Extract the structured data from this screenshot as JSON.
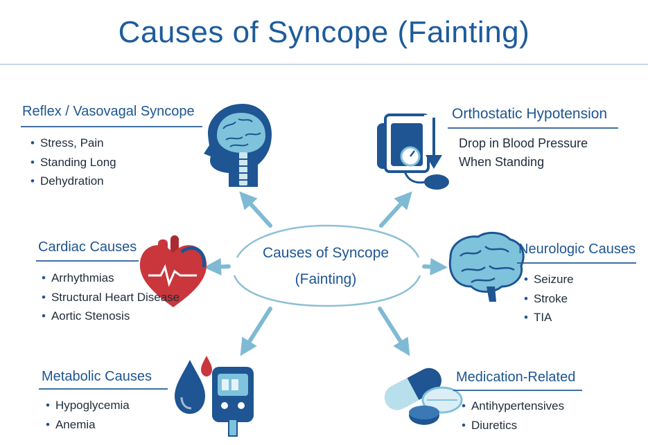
{
  "title": "Causes of Syncope (Fainting)",
  "center": {
    "line1": "Causes of Syncope",
    "line2": "(Fainting)"
  },
  "categories": [
    {
      "heading": "Reflex / Vasovagal Syncope",
      "items": [
        "Stress, Pain",
        "Standing Long",
        "Dehydration"
      ],
      "icon": "head-brain-icon"
    },
    {
      "heading": "Orthostatic Hypotension",
      "description": [
        "Drop in Blood Pressure",
        "When Standing"
      ],
      "icon": "blood-pressure-cuff-icon"
    },
    {
      "heading": "Cardiac Causes",
      "items": [
        "Arrhythmias",
        "Structural Heart Disease",
        "Aortic Stenosis"
      ],
      "icon": "heart-icon"
    },
    {
      "heading": "Neurologic Causes",
      "items": [
        "Seizure",
        "Stroke",
        "TIA"
      ],
      "icon": "brain-icon"
    },
    {
      "heading": "Metabolic Causes",
      "items": [
        "Hypoglycemia",
        "Anemia"
      ],
      "icon": "glucose-meter-icon"
    },
    {
      "heading": "Medication-Related",
      "items": [
        "Antihypertensives",
        "Diuretics"
      ],
      "icon": "pills-icon"
    }
  ],
  "colors": {
    "primary": "#1e5592",
    "accent": "#5da6c4",
    "arrow": "#7fbad4",
    "heart": "#c9373c",
    "text": "#1f2b3a"
  }
}
